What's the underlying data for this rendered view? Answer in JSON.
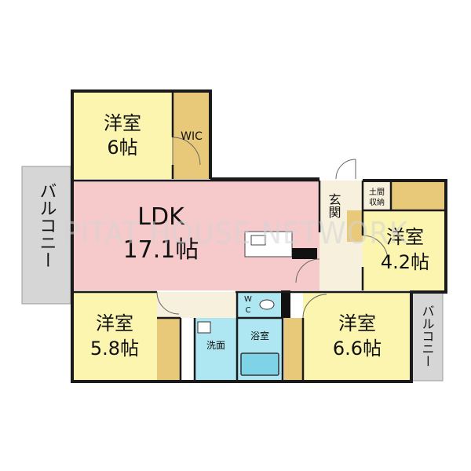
{
  "colors": {
    "wall": "#1a1a1a",
    "room_yellow": "#fbf5b0",
    "room_pink": "#f6c9cb",
    "storage": "#e8c97a",
    "wet": "#aee6f2",
    "floor": "#f7f0dd",
    "balcony": "#d6d6d6",
    "outline": "#222222"
  },
  "rooms": {
    "bedroom_top_left": {
      "type": "洋室",
      "size": "6帖"
    },
    "wic": {
      "label": "WIC"
    },
    "ldk": {
      "type": "LDK",
      "size": "17.1帖"
    },
    "genkan": {
      "label": "玄関"
    },
    "doma_storage": {
      "label_line1": "土間",
      "label_line2": "収納"
    },
    "bedroom_right": {
      "type": "洋室",
      "size": "4.2帖"
    },
    "bedroom_bottom_left": {
      "type": "洋室",
      "size": "5.8帖"
    },
    "washroom": {
      "label": "洗面"
    },
    "wc": {
      "label_line1": "W",
      "label_line2": "C"
    },
    "bath": {
      "label": "浴室"
    },
    "bedroom_bottom_right": {
      "type": "洋室",
      "size": "6.6帖"
    }
  },
  "balconies": {
    "left": {
      "label": "バルコニー"
    },
    "right": {
      "label": "バルコニー"
    }
  },
  "watermark": {
    "text": "PITAT HOUSE NETWORK"
  }
}
